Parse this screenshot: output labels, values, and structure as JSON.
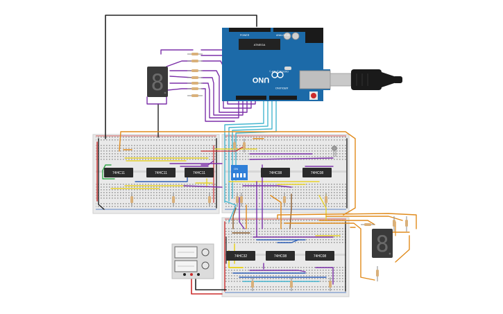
{
  "arduino": {
    "model": "UNO",
    "brand": "ARDUINO",
    "digital_label": "DIGITAL (PWM~)",
    "power_label": "POWER",
    "analog_label": "ANALOG IN",
    "chip_label": "ATMEGA",
    "reset_label": "RESET"
  },
  "chips_board1": [
    "74HC11",
    "74HC11",
    "74HC11"
  ],
  "chips_board2": [
    "74HC08",
    "74HC08"
  ],
  "chips_board3": [
    "74HC32",
    "74HC08",
    "74HC08"
  ],
  "dip_switch_label": "ON",
  "seven_segment_digit": "8",
  "colors": {
    "breadboard": "#e9e9e9",
    "arduino": "#1c6aa8",
    "chip": "#2b2b2b",
    "wire_purple": "#7b2fa8",
    "wire_orange": "#e08a1a",
    "wire_yellow": "#e8d32b",
    "wire_cyan": "#45b6cf",
    "wire_black": "#222222",
    "wire_red": "#cc2b2b",
    "wire_green": "#34a84b",
    "wire_blue": "#2d5fb8",
    "wire_brown": "#8a5a2b",
    "segment_display": "#3a3a3a"
  }
}
